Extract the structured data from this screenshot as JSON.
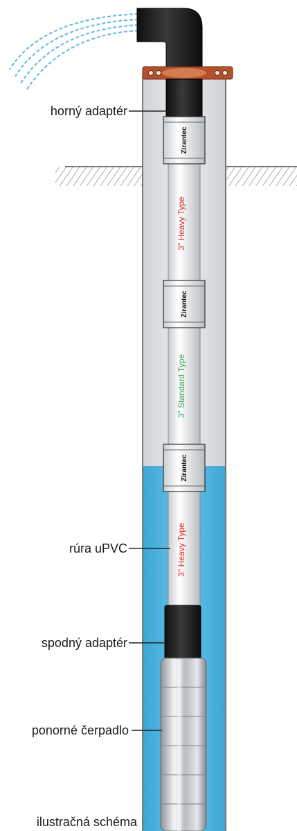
{
  "labels": {
    "top_adapter": "horný adaptér",
    "pipe": "rúra uPVC",
    "bottom_adapter": "spodný adaptér",
    "pump": "ponorné čerpadlo",
    "caption": "ilustračná schéma"
  },
  "couplings": {
    "brand": "Zirantec"
  },
  "pipe_segments": [
    {
      "text": "3\" Heavy Type",
      "color": "#d9261c"
    },
    {
      "text": "3\" Standard Type",
      "color": "#2aa24a"
    },
    {
      "text": "3\" Heavy Type",
      "color": "#d9261c"
    }
  ],
  "colors": {
    "water": "#4ab4e0",
    "casing": "#e3e6e8",
    "clamp": "#b4502c",
    "adapter": "#1e1e1e"
  }
}
